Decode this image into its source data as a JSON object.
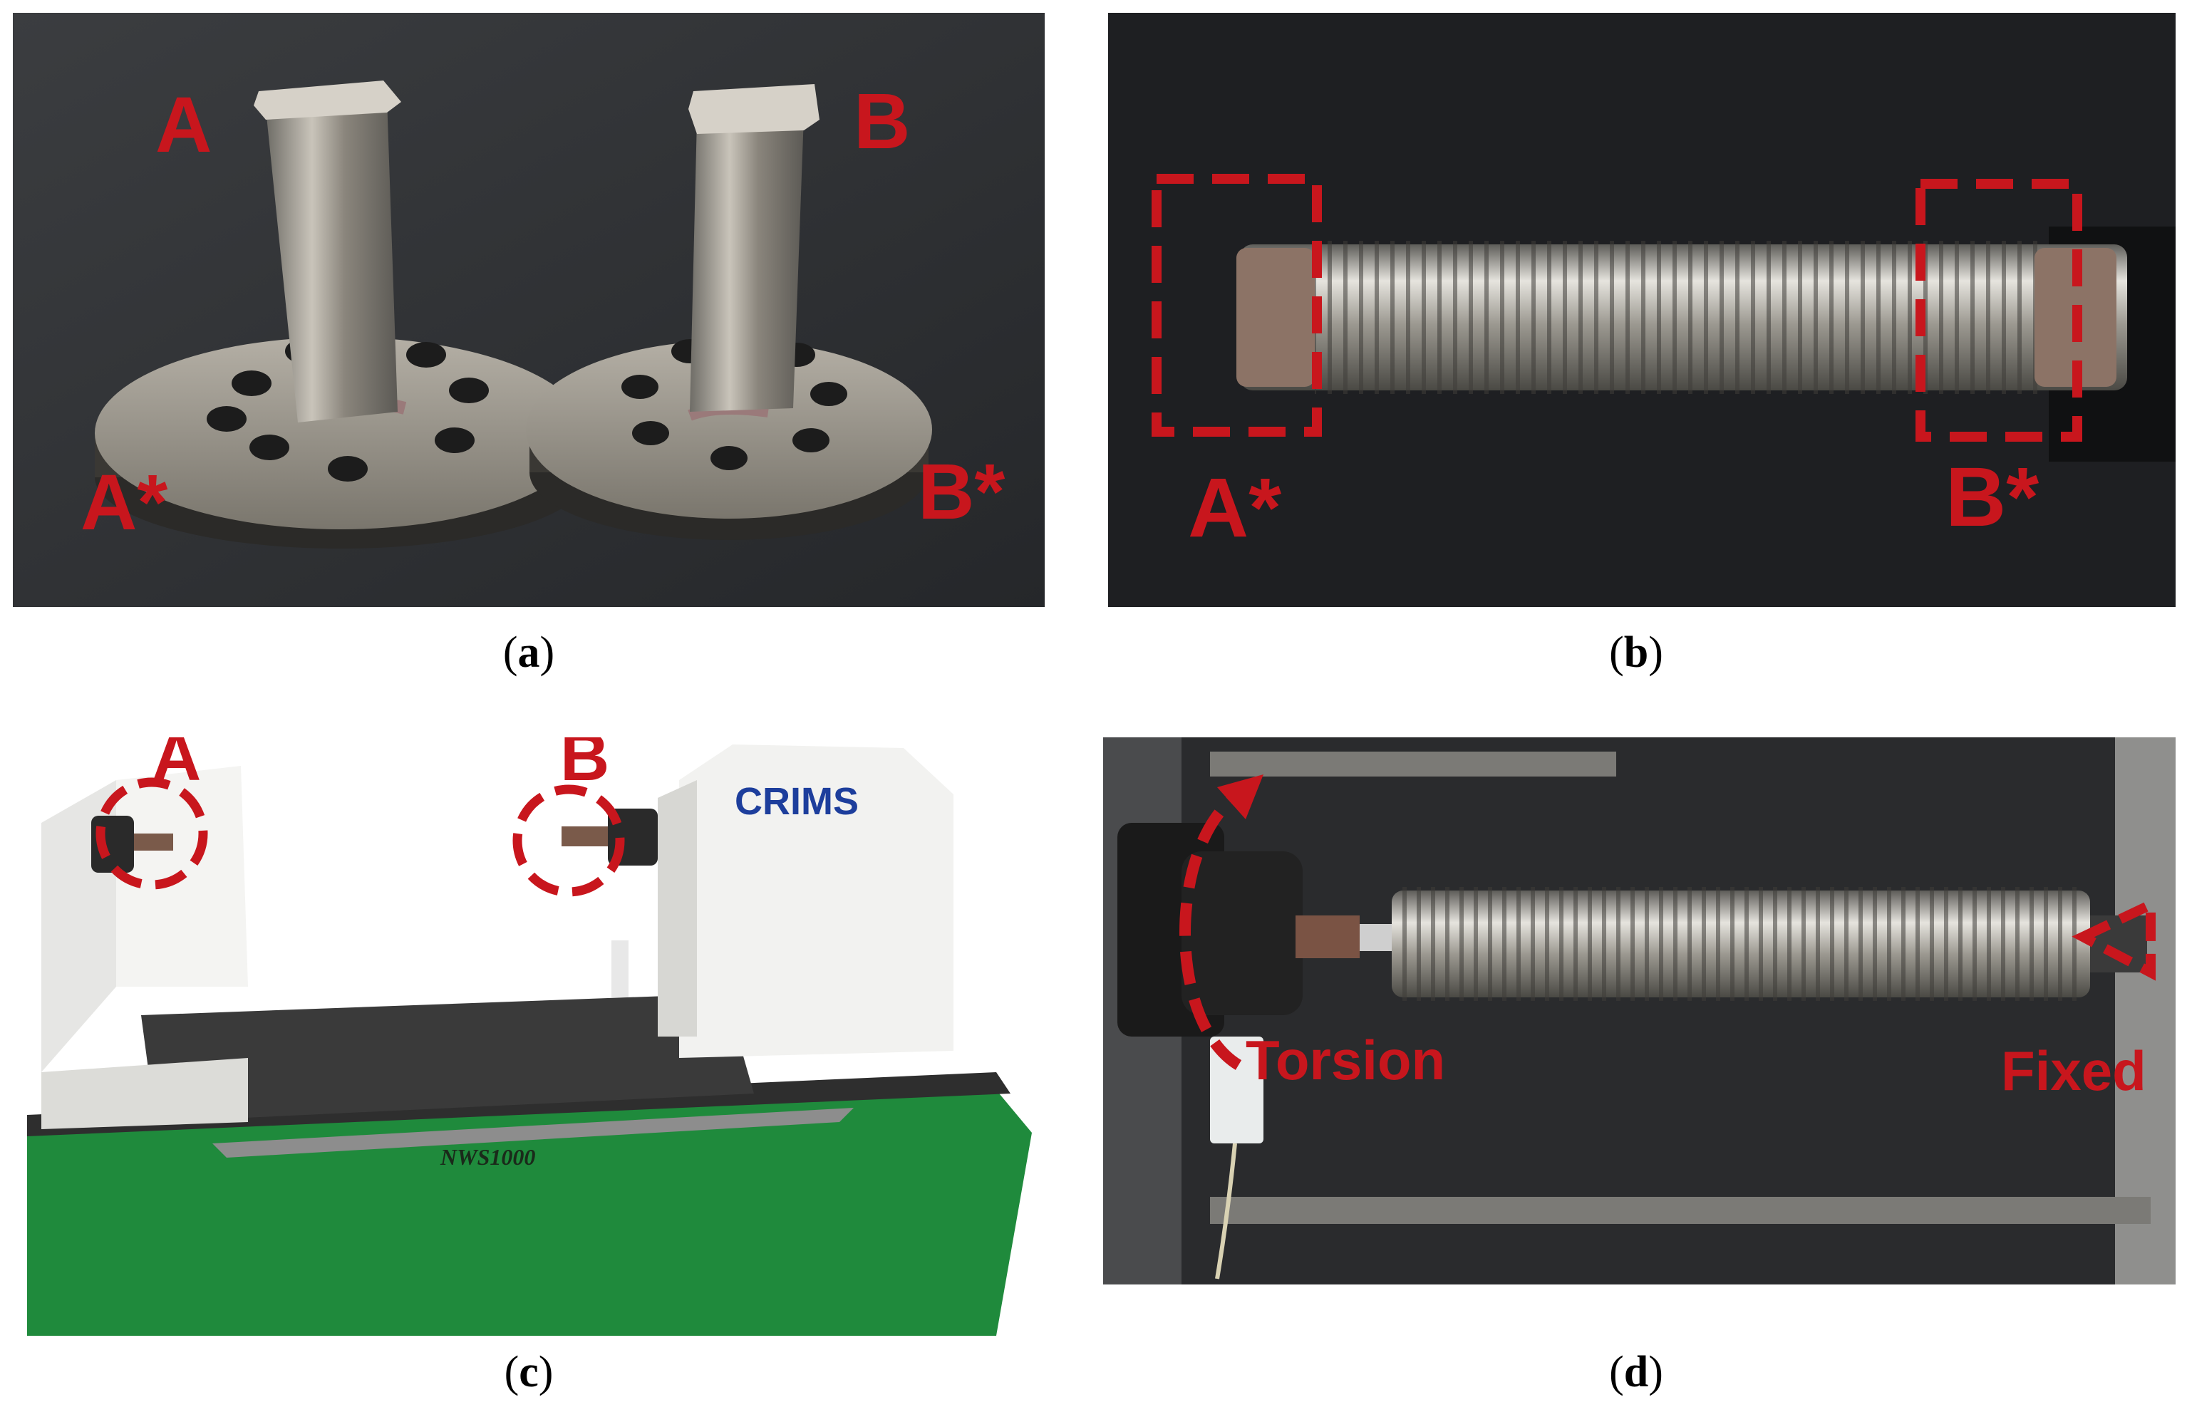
{
  "panels": {
    "a": {
      "caption": "a",
      "label_a": "A",
      "label_b": "B",
      "label_a_star": "A*",
      "label_b_star": "B*"
    },
    "b": {
      "caption": "b",
      "label_a_star": "A*",
      "label_b_star": "B*"
    },
    "c": {
      "caption": "c",
      "label_a": "A",
      "label_b": "B",
      "brand": "CRIMS",
      "model": "NWS1000"
    },
    "d": {
      "caption": "d",
      "torsion": "Torsion",
      "fixed": "Fixed"
    }
  },
  "colors": {
    "annotation_red": "#c8161d",
    "machine_green": "#1f8a3c",
    "machine_white": "#efefee",
    "brand_blue": "#1d3e9c"
  }
}
